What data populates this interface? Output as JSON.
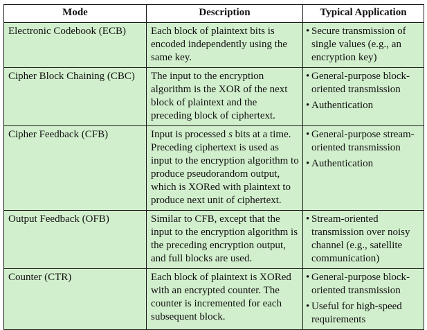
{
  "headers": {
    "mode": "Mode",
    "description": "Description",
    "application": "Typical Application"
  },
  "rows": [
    {
      "mode": "Electronic Codebook (ECB)",
      "description": "Each block of plaintext bits is encoded independently using the same key.",
      "applications": [
        "Secure transmission of single values (e.g., an encryption key)"
      ]
    },
    {
      "mode": "Cipher Block Chaining (CBC)",
      "description": "The input to the encryption algorithm is the XOR of the next block of plaintext and the preceding block of ciphertext.",
      "applications": [
        "General-purpose block-oriented transmission",
        "Authentication"
      ]
    },
    {
      "mode": "Cipher Feedback (CFB)",
      "description_before": "Input is processed ",
      "description_var": "s",
      "description_after": " bits at a time. Preceding ciphertext is used as input to the encryption algorithm to produce pseudorandom output, which is XORed with plaintext to produce next unit of ciphertext.",
      "applications": [
        "General-purpose stream-oriented transmission",
        "Authentication"
      ]
    },
    {
      "mode": "Output Feedback (OFB)",
      "description": "Similar to CFB, except that the input to the encryption algorithm is the preceding encryption output, and full blocks are used.",
      "applications": [
        "Stream-oriented transmission over noisy channel (e.g., satellite communication)"
      ]
    },
    {
      "mode": "Counter (CTR)",
      "description": "Each block of plaintext is XORed with an encrypted counter. The counter is incremented for each subsequent block.",
      "applications": [
        "General-purpose block-oriented transmission",
        "Useful for high-speed requirements"
      ]
    }
  ],
  "bullet_glyph": "•",
  "colors": {
    "cell_background": "#d2efcd",
    "header_background": "#ffffff",
    "border": "#1a1a1a"
  }
}
